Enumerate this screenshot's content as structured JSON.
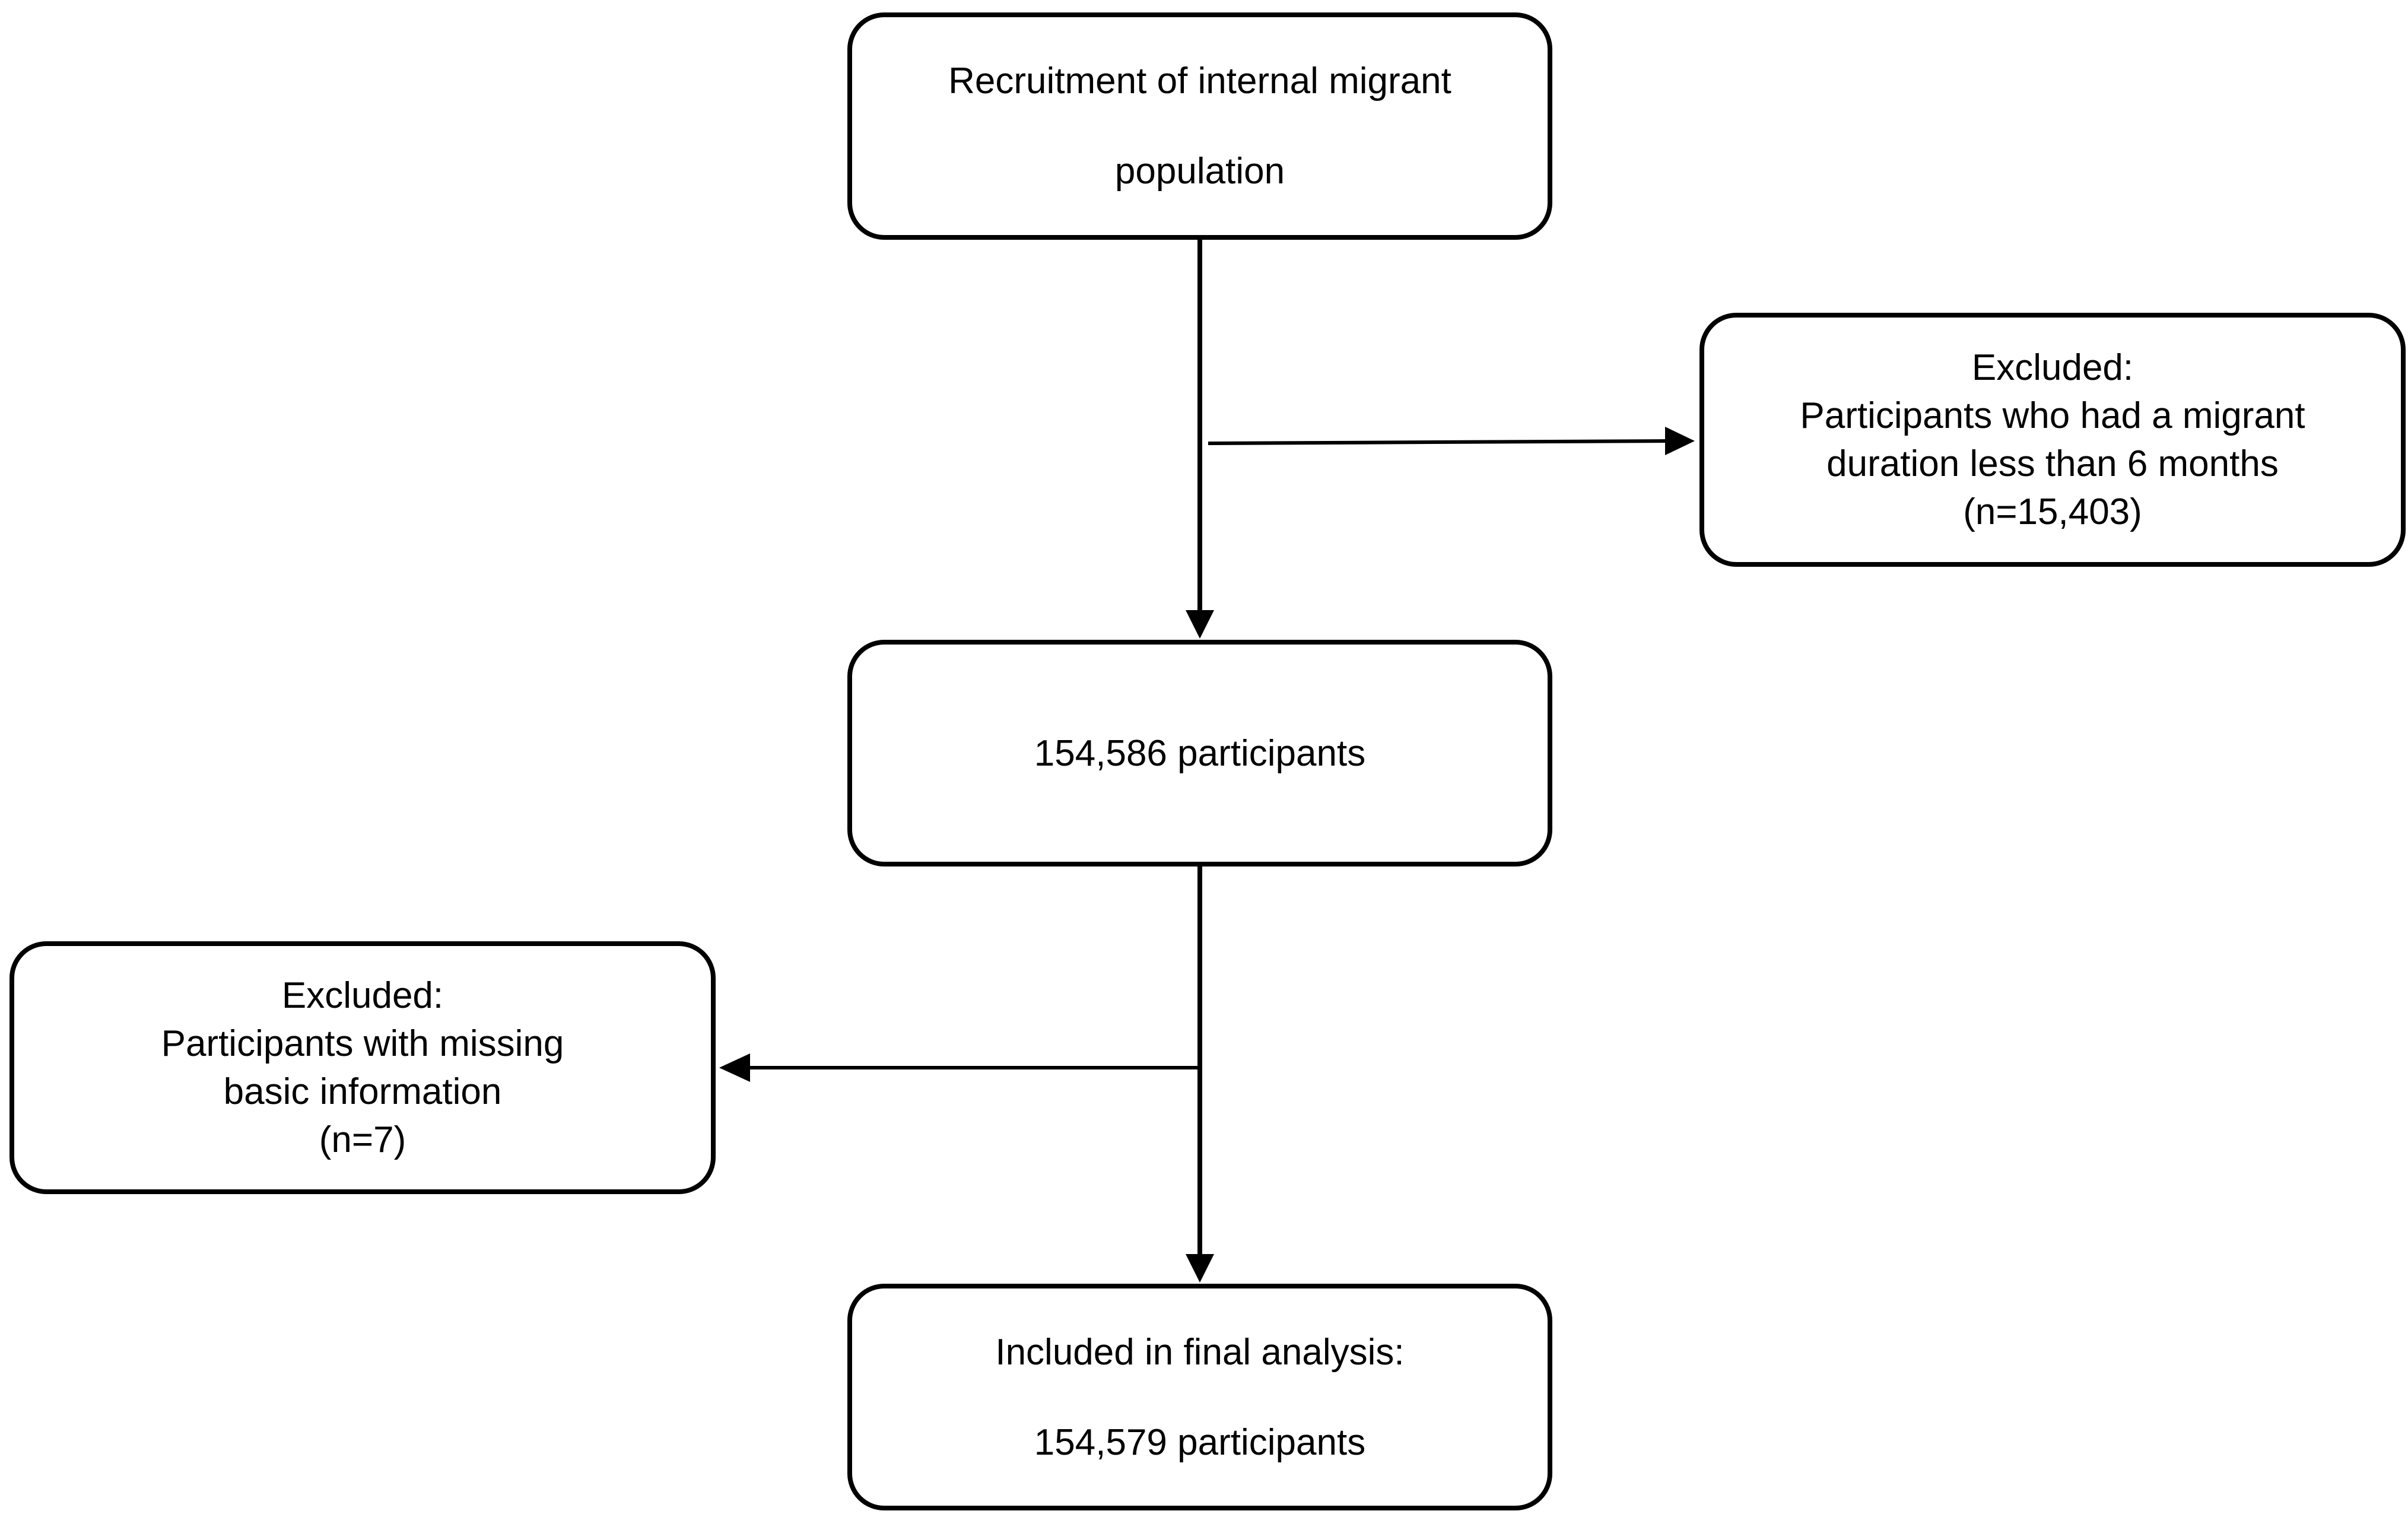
{
  "diagram": {
    "nodes": {
      "recruitment": {
        "lines": [
          "Recruitment of internal migrant",
          "population"
        ]
      },
      "exclusion_1": {
        "lines": [
          "Excluded:",
          "Participants who had a migrant",
          "duration less than 6 months",
          "(n=15,403)"
        ]
      },
      "participants": {
        "lines": [
          "154,586 participants"
        ]
      },
      "exclusion_2": {
        "lines": [
          "Excluded:",
          "Participants with missing",
          "basic information",
          "(n=7)"
        ]
      },
      "final": {
        "lines": [
          "Included in final analysis:",
          "154,579 participants"
        ]
      }
    },
    "edges": [
      {
        "from": "recruitment",
        "to": "participants"
      },
      {
        "from": "recruitment",
        "to": "exclusion_1"
      },
      {
        "from": "participants",
        "to": "final"
      },
      {
        "from": "participants",
        "to": "exclusion_2"
      }
    ],
    "colors": {
      "stroke": "#000000",
      "fill": "#ffffff",
      "text": "#000000"
    }
  }
}
